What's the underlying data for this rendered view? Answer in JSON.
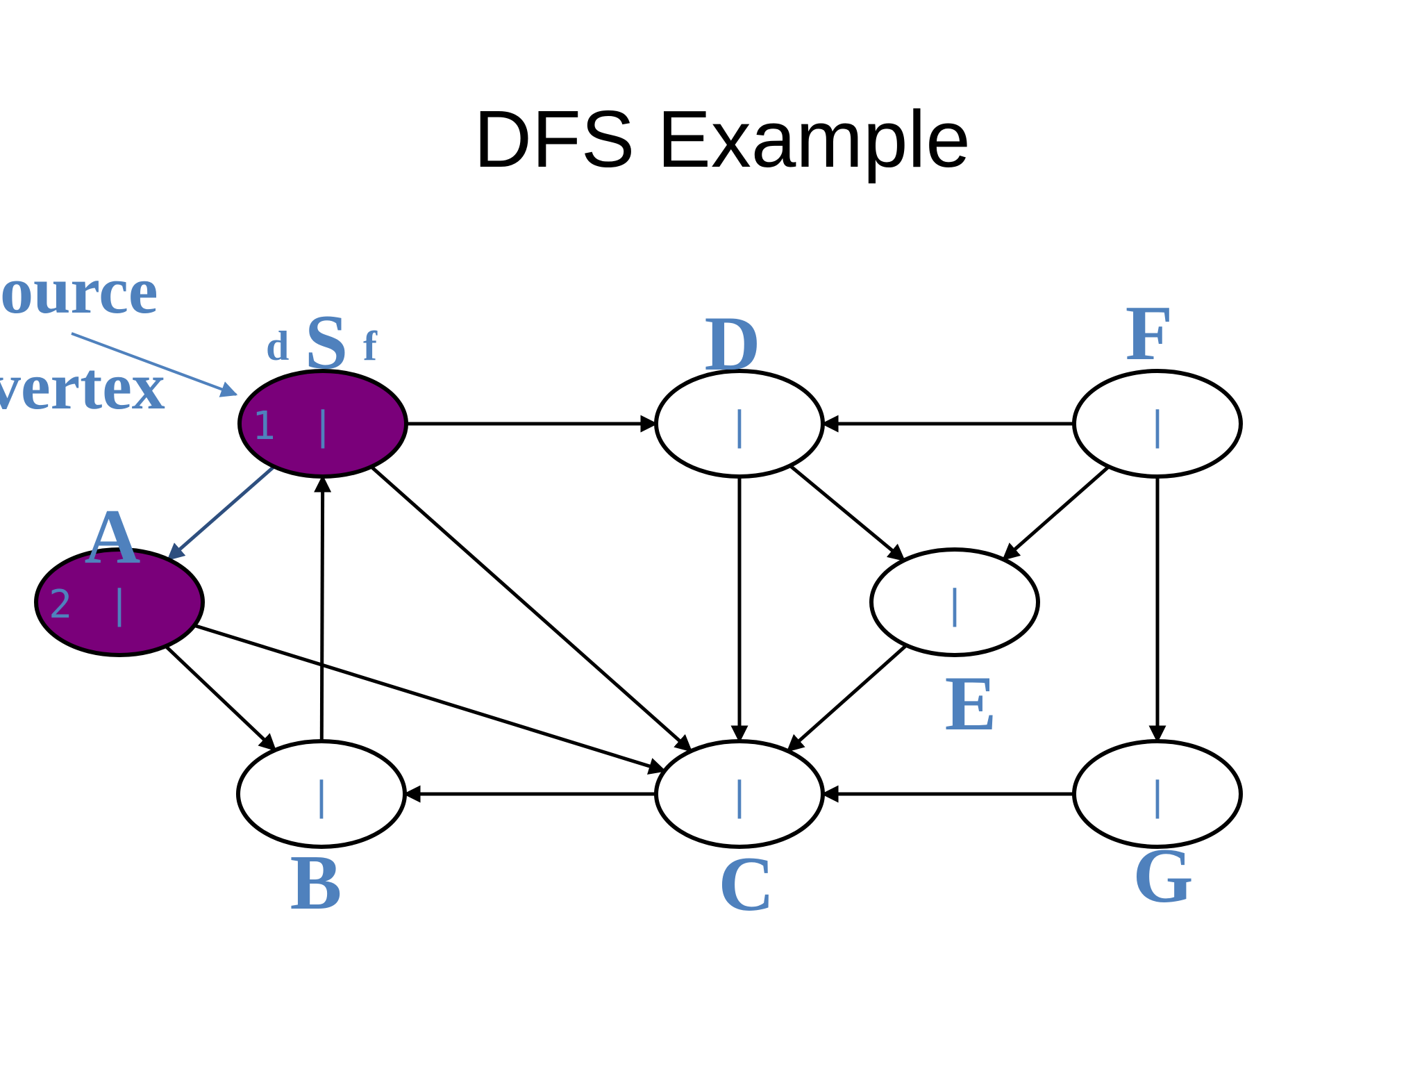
{
  "title": "DFS Example",
  "colors": {
    "visited_fill": "#7a007a",
    "unvisited_fill": "#ffffff",
    "outline": "#000000",
    "label": "#4f81bd",
    "source_arrow": "#4f81bd",
    "tree_edge": "#2e4f7f",
    "edge": "#000000"
  },
  "source_annotation": {
    "line1": "ource",
    "line2": "vertex"
  },
  "source_vertex_labels": {
    "d": "d",
    "f": "f"
  },
  "nodes": [
    {
      "id": "S",
      "label": "S",
      "visited": true,
      "d": "1",
      "sep": "|",
      "f": ""
    },
    {
      "id": "D",
      "label": "D",
      "visited": false,
      "d": "",
      "sep": "|",
      "f": ""
    },
    {
      "id": "F",
      "label": "F",
      "visited": false,
      "d": "",
      "sep": "|",
      "f": ""
    },
    {
      "id": "A",
      "label": "A",
      "visited": true,
      "d": "2",
      "sep": "|",
      "f": ""
    },
    {
      "id": "E",
      "label": "E",
      "visited": false,
      "d": "",
      "sep": "|",
      "f": ""
    },
    {
      "id": "B",
      "label": "B",
      "visited": false,
      "d": "",
      "sep": "|",
      "f": ""
    },
    {
      "id": "C",
      "label": "C",
      "visited": false,
      "d": "",
      "sep": "|",
      "f": ""
    },
    {
      "id": "G",
      "label": "G",
      "visited": false,
      "d": "",
      "sep": "|",
      "f": ""
    }
  ],
  "edges": [
    {
      "from": "S",
      "to": "D",
      "tree": false
    },
    {
      "from": "S",
      "to": "A",
      "tree": true
    },
    {
      "from": "S",
      "to": "C",
      "tree": false
    },
    {
      "from": "D",
      "to": "C",
      "tree": false
    },
    {
      "from": "D",
      "to": "E",
      "tree": false
    },
    {
      "from": "F",
      "to": "D",
      "tree": false
    },
    {
      "from": "F",
      "to": "E",
      "tree": false
    },
    {
      "from": "F",
      "to": "G",
      "tree": false
    },
    {
      "from": "A",
      "to": "B",
      "tree": false
    },
    {
      "from": "A",
      "to": "C",
      "tree": false
    },
    {
      "from": "B",
      "to": "S",
      "tree": false
    },
    {
      "from": "E",
      "to": "C",
      "tree": false
    },
    {
      "from": "C",
      "to": "B",
      "tree": false
    },
    {
      "from": "G",
      "to": "C",
      "tree": false
    }
  ]
}
